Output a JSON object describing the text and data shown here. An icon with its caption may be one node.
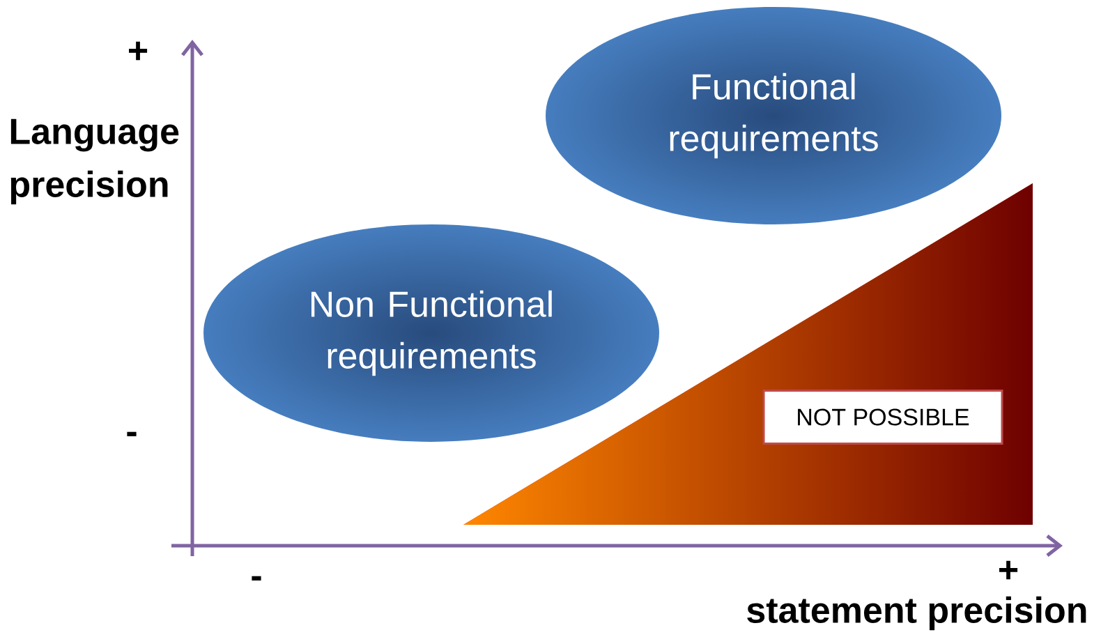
{
  "diagram": {
    "nodes": [
      {
        "text": [
          "Functional requirements"
        ]
      },
      {
        "text": [
          "Non Functional requirements"
        ]
      },
      {
        "text": [],
        "shape": "triangle"
      },
      {
        "text": [
          "NOT POSSIBLE"
        ],
        "in": 2
      }
    ],
    "labels": [
      "+",
      "Language precision",
      "-",
      "-",
      "+",
      "statement precision"
    ]
  }
}
